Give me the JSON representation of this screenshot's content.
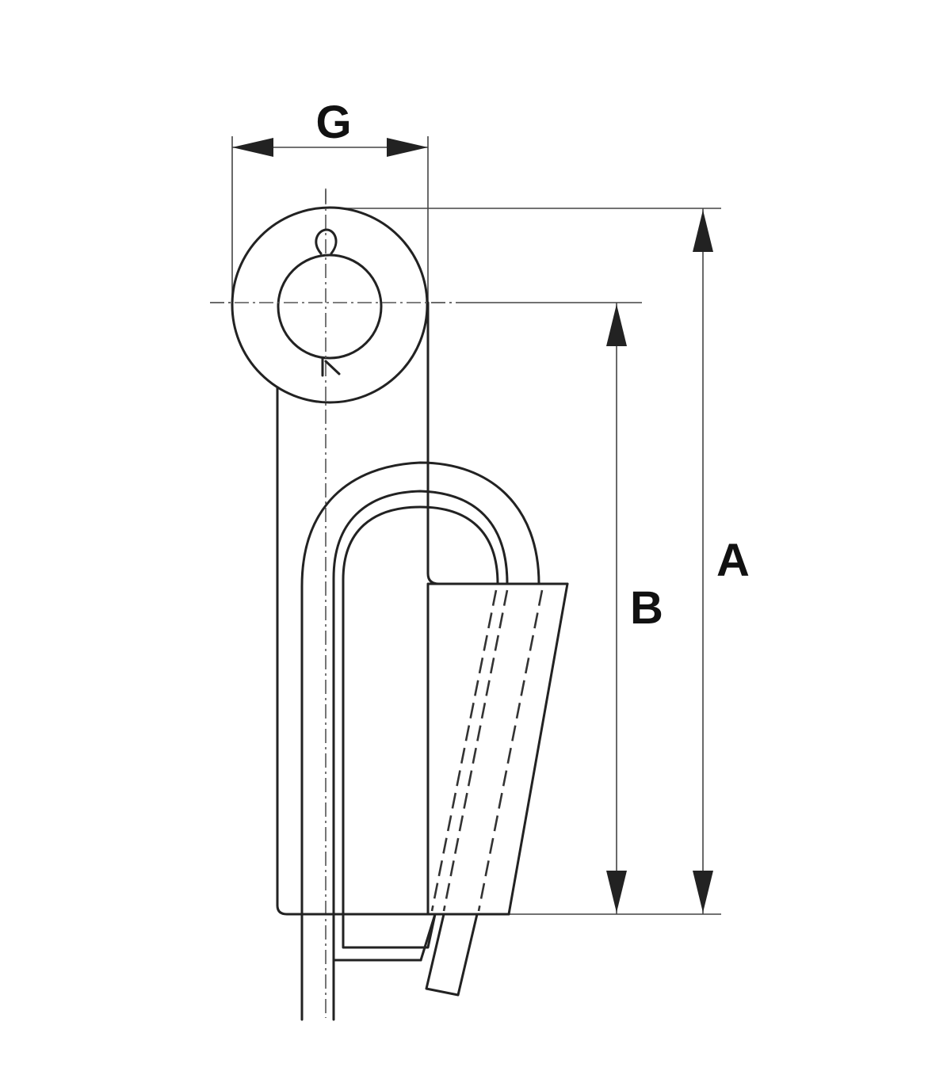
{
  "dimensions": {
    "g_label": "G",
    "a_label": "A",
    "b_label": "B"
  },
  "colors": {
    "line": "#222222",
    "background": "#ffffff"
  }
}
